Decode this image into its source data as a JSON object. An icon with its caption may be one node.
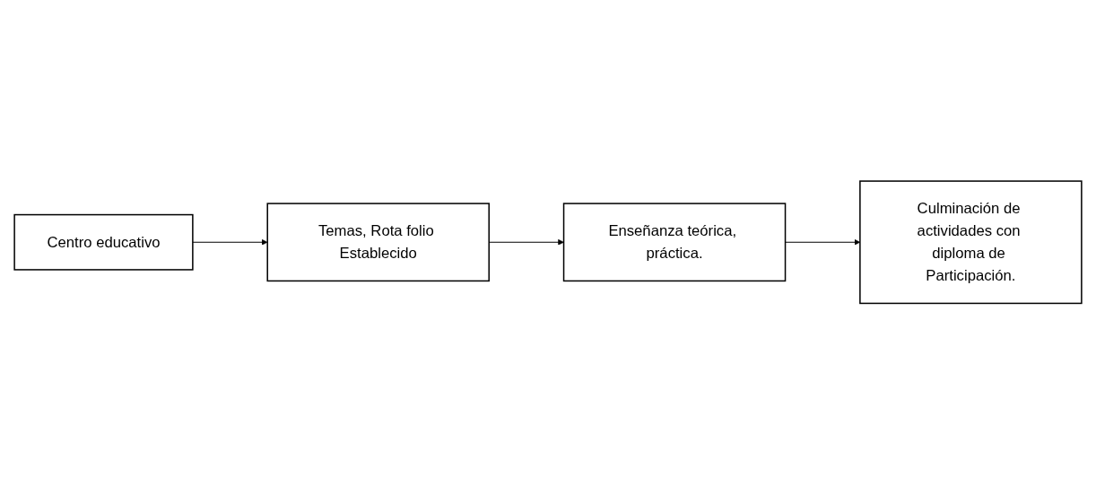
{
  "diagram": {
    "nodes": [
      {
        "text": [
          "Centro educativo"
        ]
      },
      {
        "text": [
          "Temas, Rota folio Establecido"
        ]
      },
      {
        "text": [
          "Enseñanza teórica, práctica."
        ]
      },
      {
        "text": [
          "Culminación de actividades con diploma de Participación."
        ]
      }
    ],
    "edges": [
      {
        "from": 0,
        "to": 1,
        "arrow": "to"
      },
      {
        "from": 1,
        "to": 2,
        "arrow": "to"
      },
      {
        "from": 2,
        "to": 3,
        "arrow": "to"
      }
    ]
  }
}
